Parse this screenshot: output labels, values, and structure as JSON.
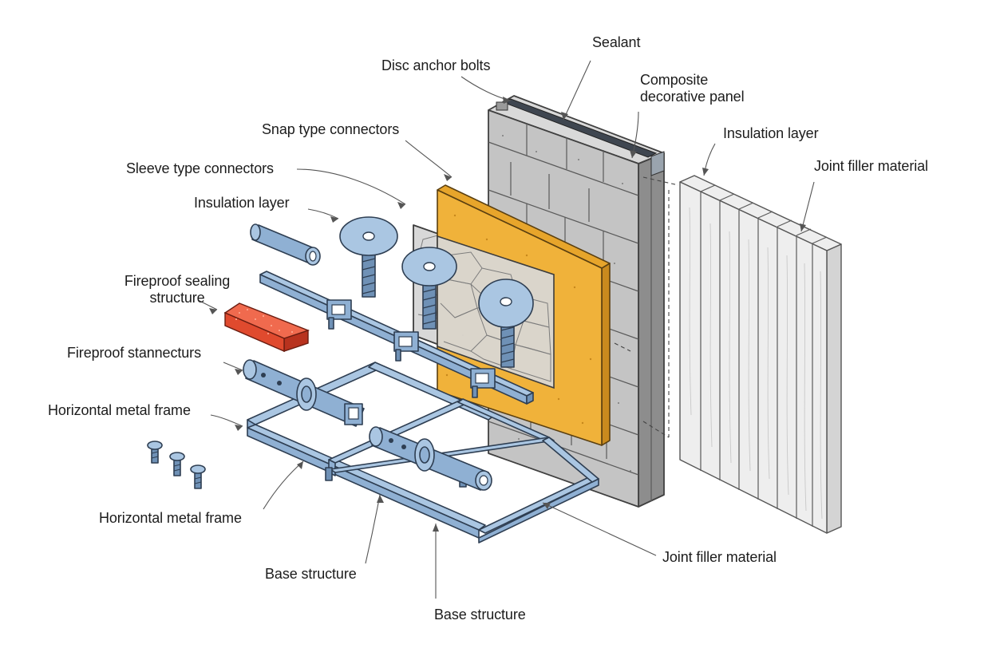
{
  "labels": {
    "sealant": "Sealant",
    "disc_anchor_bolts": "Disc anchor bolts",
    "composite_panel": "Composite decorative panel",
    "insulation_right": "Insulation layer",
    "joint_filler_top": "Joint filler material",
    "snap_connectors": "Snap type connectors",
    "sleeve_connectors": "Sleeve type connectors",
    "insulation_left": "Insulation layer",
    "fireproof_sealing": "Fireproof sealing structure",
    "fireproof_stannecturs": "Fireproof stannecturs",
    "horizontal_frame_top": "Horizontal metal frame",
    "horizontal_frame_bottom": "Horizontal metal frame",
    "base_structure_1": "Base structure",
    "base_structure_2": "Base structure",
    "joint_filler_bottom": "Joint filler material"
  },
  "colors": {
    "insulation": "#f0b23a",
    "metal": "#8fb0d3",
    "concrete": "#c4c4c4",
    "fire_seal": "#e04a2e",
    "panel_finish": "#eeeeee"
  }
}
